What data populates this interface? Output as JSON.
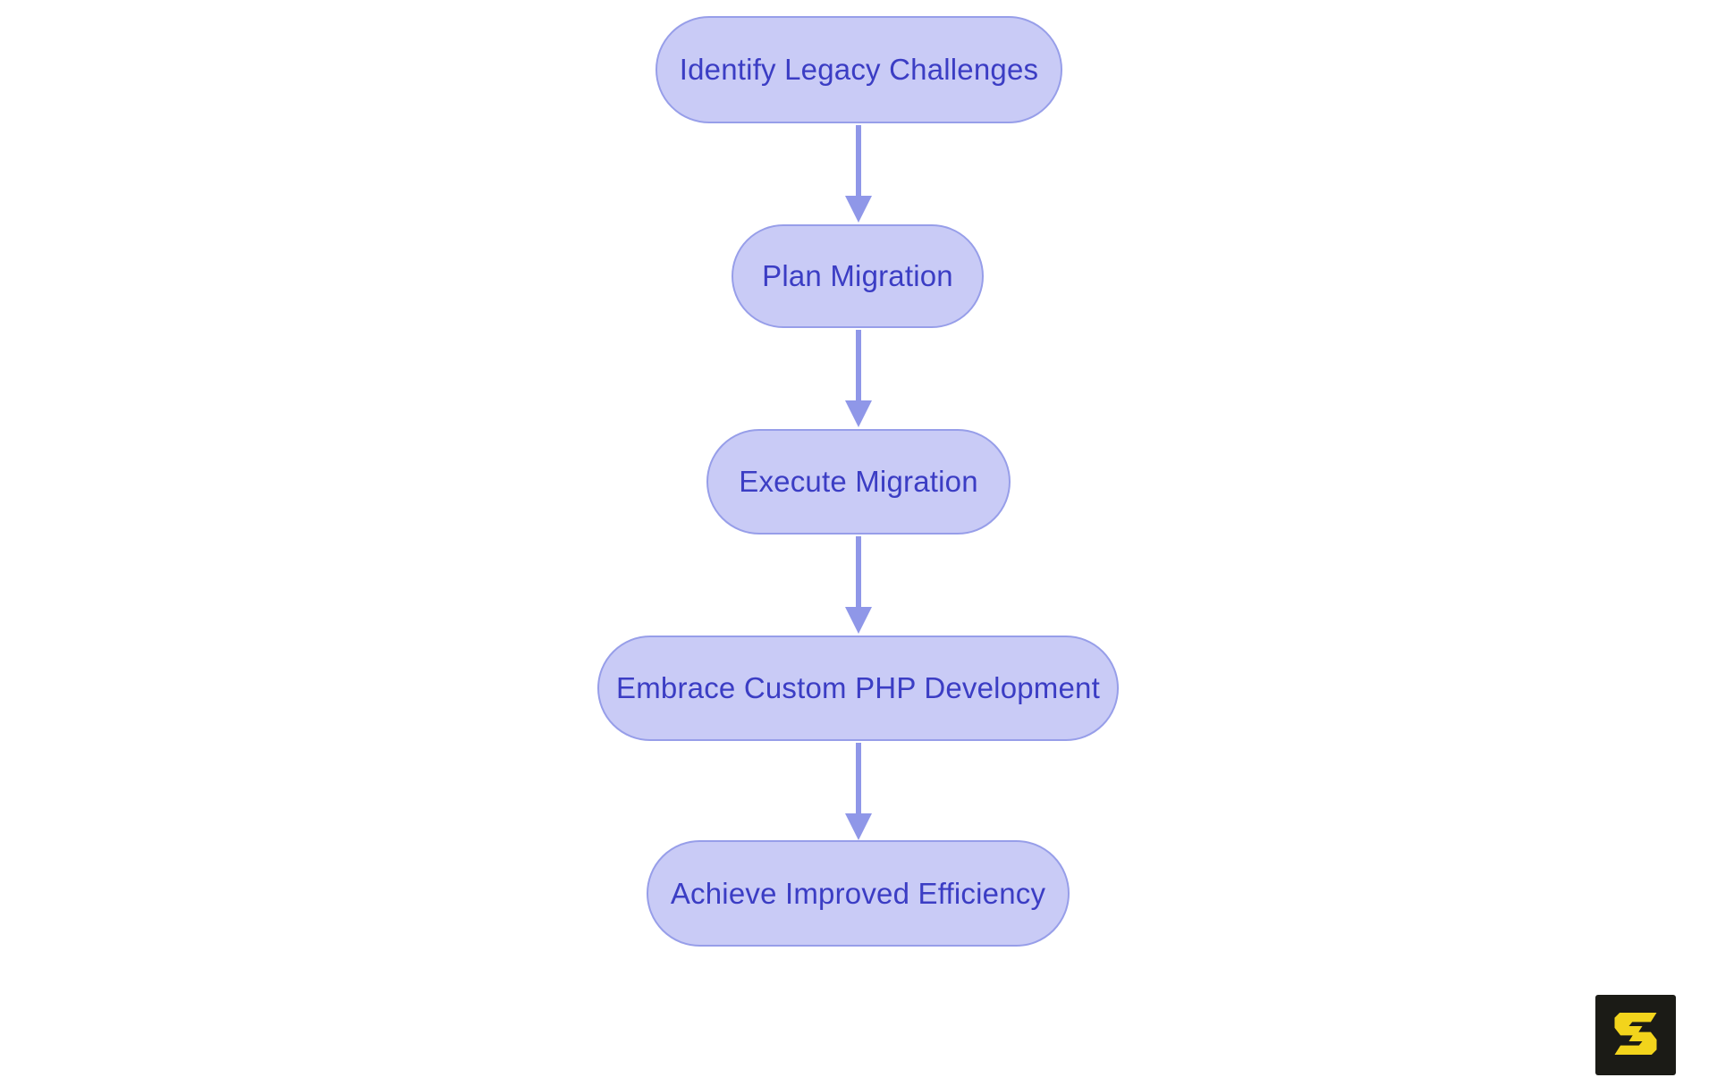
{
  "diagram": {
    "type": "flowchart",
    "direction": "top-to-bottom",
    "nodes": [
      {
        "id": "n1",
        "label": "Identify Legacy Challenges"
      },
      {
        "id": "n2",
        "label": "Plan Migration"
      },
      {
        "id": "n3",
        "label": "Execute Migration"
      },
      {
        "id": "n4",
        "label": "Embrace Custom PHP Development"
      },
      {
        "id": "n5",
        "label": "Achieve Improved Efficiency"
      }
    ],
    "edges": [
      {
        "from": "n1",
        "to": "n2"
      },
      {
        "from": "n2",
        "to": "n3"
      },
      {
        "from": "n3",
        "to": "n4"
      },
      {
        "from": "n4",
        "to": "n5"
      }
    ]
  },
  "logo": {
    "icon": "angular-s-logo-icon"
  },
  "colors": {
    "node_fill": "#c9cbf6",
    "node_border": "#979ee9",
    "node_text": "#3b3dc4",
    "arrow": "#8f97e8",
    "logo_bg": "#1b1b16",
    "logo_glyph": "#f2d41c",
    "page_bg": "#ffffff"
  }
}
